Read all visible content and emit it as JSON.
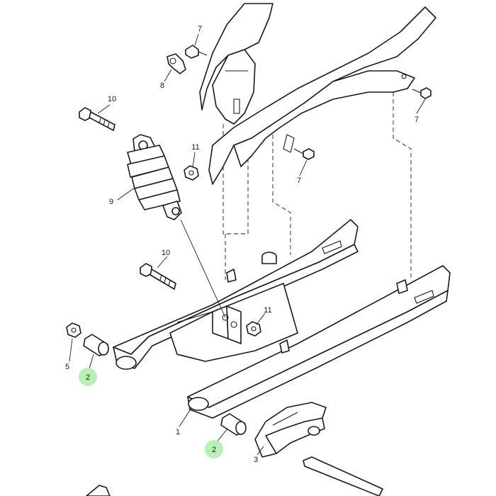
{
  "callouts": {
    "c1": "1",
    "c2a": "2",
    "c2b": "2",
    "c3": "3",
    "c5": "5",
    "c7a": "7",
    "c7b": "7",
    "c7c": "7",
    "c8": "8",
    "c9": "9",
    "c10a": "10",
    "c10b": "10",
    "c11a": "11",
    "c11b": "11"
  },
  "colors": {
    "highlight": "#b8f0b8",
    "line": "#1a1a1a"
  }
}
